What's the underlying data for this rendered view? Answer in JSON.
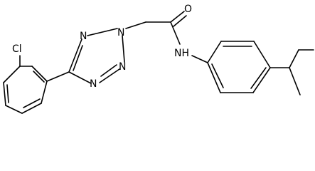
{
  "molecule": {
    "colors": {
      "bond": "#000000",
      "label": "#000000",
      "background": "#ffffff"
    },
    "atoms": [
      {
        "id": "cl",
        "label": "Cl"
      },
      {
        "id": "n1",
        "label": "N"
      },
      {
        "id": "n2",
        "label": "N"
      },
      {
        "id": "n3",
        "label": "N"
      },
      {
        "id": "n4",
        "label": "N"
      },
      {
        "id": "o1",
        "label": "O"
      },
      {
        "id": "nh",
        "label": "NH"
      }
    ]
  }
}
